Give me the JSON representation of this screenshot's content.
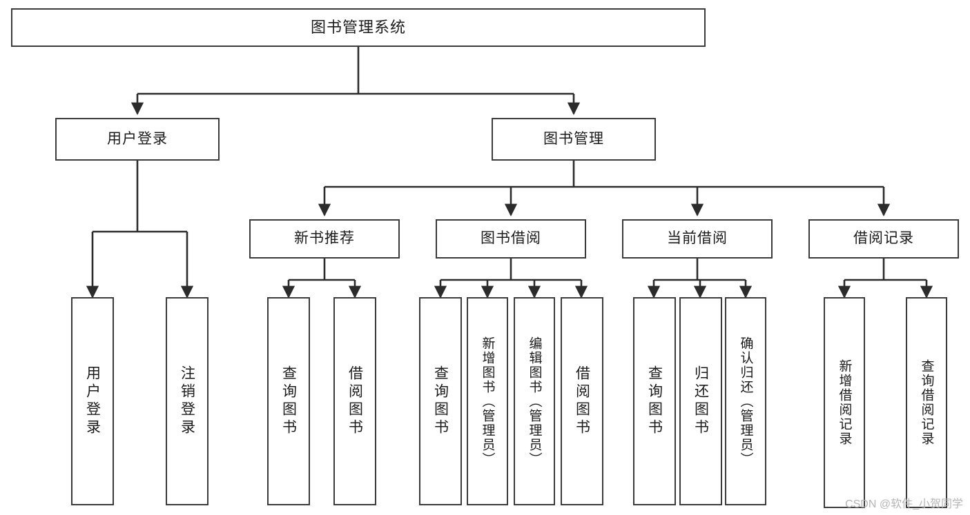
{
  "diagram": {
    "type": "tree",
    "title": "图书管理系统",
    "watermark": "CSDN @软件_小贺同学",
    "colors": {
      "box_border": "#3a3a3a",
      "box_fill": "#ffffff",
      "edge": "#2b2b2b",
      "text": "#1a1a1a",
      "watermark": "#b5b5b5",
      "background": "#ffffff"
    },
    "nodes": {
      "root": {
        "label": "图书管理系统"
      },
      "level1": [
        {
          "id": "user-login",
          "label": "用户登录"
        },
        {
          "id": "book-manage",
          "label": "图书管理"
        }
      ],
      "level2": [
        {
          "id": "new-book-recommend",
          "label": "新书推荐"
        },
        {
          "id": "book-borrow",
          "label": "图书借阅"
        },
        {
          "id": "current-borrow",
          "label": "当前借阅"
        },
        {
          "id": "borrow-record",
          "label": "借阅记录"
        }
      ],
      "leaves": [
        {
          "id": "leaf-user-login",
          "label": "用户登录",
          "parent": "user-login"
        },
        {
          "id": "leaf-logout",
          "label": "注销登录",
          "parent": "user-login"
        },
        {
          "id": "leaf-query-book-1",
          "label": "查询图书",
          "parent": "new-book-recommend"
        },
        {
          "id": "leaf-borrow-book-1",
          "label": "借阅图书",
          "parent": "new-book-recommend"
        },
        {
          "id": "leaf-query-book-2",
          "label": "查询图书",
          "parent": "book-borrow"
        },
        {
          "id": "leaf-add-book",
          "label": "新增图书（管理员）",
          "parent": "book-borrow"
        },
        {
          "id": "leaf-edit-book",
          "label": "编辑图书（管理员）",
          "parent": "book-borrow"
        },
        {
          "id": "leaf-borrow-book-2",
          "label": "借阅图书",
          "parent": "book-borrow"
        },
        {
          "id": "leaf-query-book-3",
          "label": "查询图书",
          "parent": "current-borrow"
        },
        {
          "id": "leaf-return-book",
          "label": "归还图书",
          "parent": "current-borrow"
        },
        {
          "id": "leaf-confirm-return",
          "label": "确认归还（管理员）",
          "parent": "current-borrow"
        },
        {
          "id": "leaf-add-record",
          "label": "新增借阅记录",
          "parent": "borrow-record"
        },
        {
          "id": "leaf-query-record",
          "label": "查询借阅记录",
          "parent": "borrow-record"
        }
      ]
    }
  }
}
